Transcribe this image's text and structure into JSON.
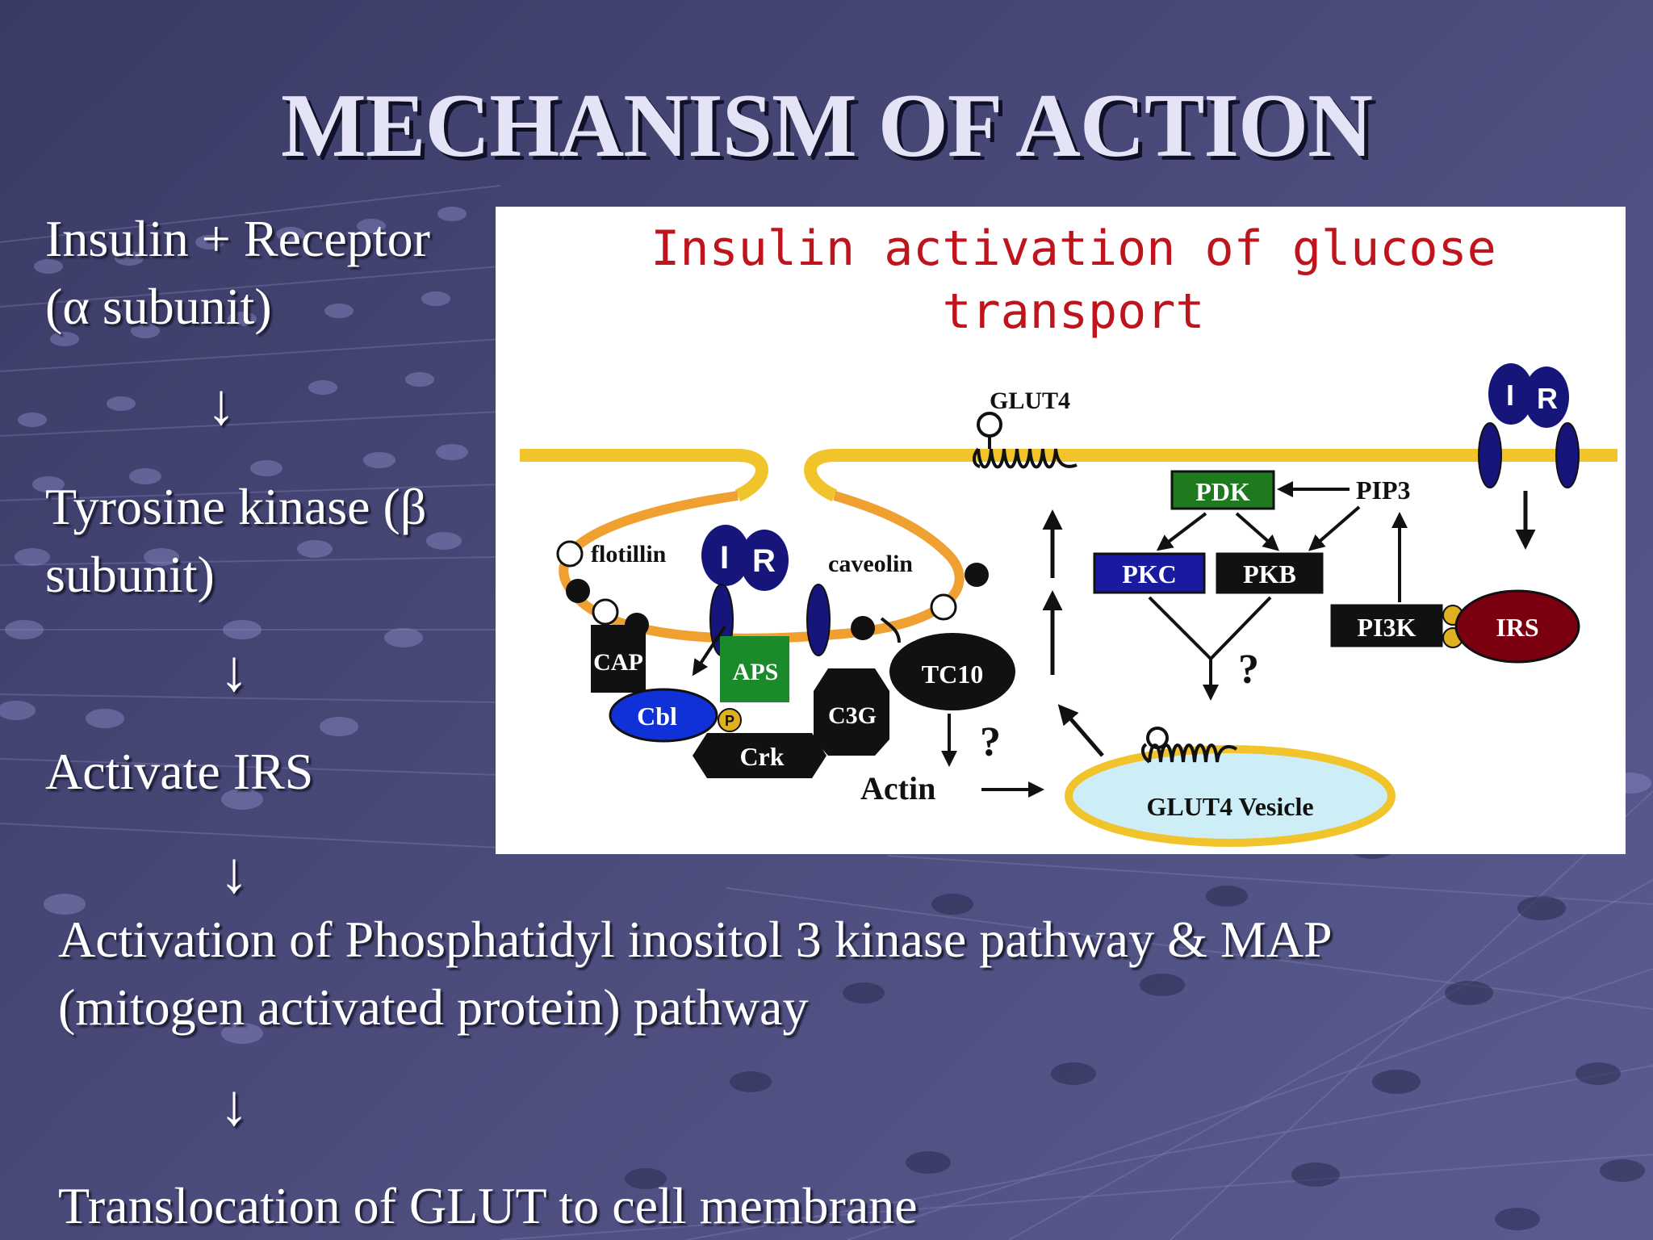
{
  "slide": {
    "title": "MECHANISM OF ACTION",
    "steps": [
      "Insulin + Receptor",
      "(α subunit)",
      "Tyrosine kinase (β",
      "subunit)",
      "Activate IRS",
      "Activation of Phosphatidyl inositol 3 kinase pathway & MAP",
      "(mitogen activated protein) pathway",
      "Translocation of GLUT to cell membrane"
    ],
    "arrow_glyph": "↓"
  },
  "figure": {
    "title_line1": "Insulin activation of glucose",
    "title_line2": "transport",
    "labels": {
      "glut4": "GLUT4",
      "glut4_vesicle": "GLUT4 Vesicle",
      "flotillin": "flotillin",
      "caveolin": "caveolin",
      "ir": "IR",
      "pdk": "PDK",
      "pip3": "PIP3",
      "pkc": "PKC",
      "pkb": "PKB",
      "pi3k": "PI3K",
      "irs": "IRS",
      "cap": "CAP",
      "aps": "APS",
      "cbl": "Cbl",
      "crk": "Crk",
      "c3g": "C3G",
      "tc10": "TC10",
      "actin": "Actin",
      "p": "P",
      "question": "?"
    },
    "colors": {
      "title_red": "#c0141c",
      "membrane_yellow": "#f2c42c",
      "raft_orange": "#f0a030",
      "receptor_navy": "#16167a",
      "pdk_green": "#1f7a1f",
      "aps_green": "#1a8a2a",
      "pkc_blue": "#1a1aa0",
      "cbl_blue": "#1030d8",
      "irs_red": "#7a0010",
      "vesicle_fill": "#cdeef6",
      "phospho_gold": "#e0b020"
    }
  }
}
